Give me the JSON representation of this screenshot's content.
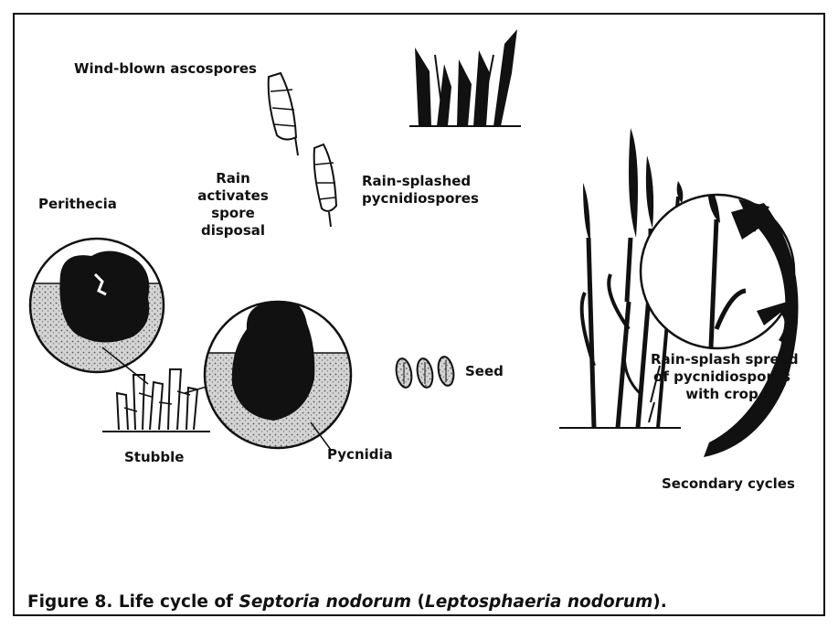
{
  "labels": {
    "wind_blown_ascospores": "Wind-blown ascospores",
    "rain_activates_line1": "Rain",
    "rain_activates_line2": "activates",
    "rain_activates_line3": "spore",
    "rain_activates_line4": "disposal",
    "rain_splashed_line1": "Rain-splashed",
    "rain_splashed_line2": "pycnidiospores",
    "perithecia": "Perithecia",
    "seed": "Seed",
    "rain_splash_line1": "Rain-splash spread",
    "rain_splash_line2": "of pycnidiospores",
    "rain_splash_line3": "with crop",
    "stubble": "Stubble",
    "pycnidia": "Pycnidia",
    "secondary_cycles": "Secondary cycles"
  },
  "caption": {
    "prefix": "Figure 8. Life cycle of ",
    "species": "Septoria nodorum",
    "middle": " (",
    "synonym": "Leptosphaeria nodorum",
    "suffix": ")."
  },
  "colors": {
    "ink": "#111111",
    "stipple": "#b9b9b9",
    "paper": "#ffffff"
  }
}
